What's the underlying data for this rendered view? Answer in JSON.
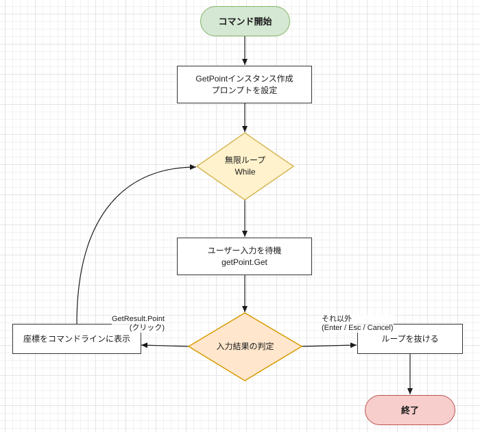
{
  "diagram": {
    "colors": {
      "start_fill": "#d5e8d4",
      "start_stroke": "#82b366",
      "end_fill": "#f8cecc",
      "end_stroke": "#b85450",
      "decision_loop_fill": "#fff2cc",
      "decision_loop_stroke": "#d6b656",
      "decision_judge_fill": "#ffe6cc",
      "decision_judge_stroke": "#d79b00",
      "process_stroke": "#333333",
      "edge": "#1a1a1a"
    },
    "nodes": {
      "start": {
        "type": "terminal",
        "label": "コマンド開始"
      },
      "create": {
        "type": "process",
        "lines": [
          "GetPointインスタンス作成",
          "プロンプトを設定"
        ]
      },
      "loop": {
        "type": "decision",
        "lines": [
          "無限ループ",
          "While"
        ]
      },
      "wait": {
        "type": "process",
        "lines": [
          "ユーザー入力を待機",
          "getPoint.Get"
        ]
      },
      "judge": {
        "type": "decision",
        "lines": [
          "入力結果の判定"
        ]
      },
      "show": {
        "type": "process",
        "lines": [
          "座標をコマンドラインに表示"
        ]
      },
      "exit": {
        "type": "process",
        "lines": [
          "ループを抜ける"
        ]
      },
      "end": {
        "type": "terminal",
        "label": "終了"
      }
    },
    "edges": [
      {
        "from": "start",
        "to": "create",
        "label": ""
      },
      {
        "from": "create",
        "to": "loop",
        "label": ""
      },
      {
        "from": "loop",
        "to": "wait",
        "label": ""
      },
      {
        "from": "wait",
        "to": "judge",
        "label": ""
      },
      {
        "from": "judge",
        "to": "show",
        "label_lines": [
          "GetResult.Point",
          "(クリック)"
        ]
      },
      {
        "from": "judge",
        "to": "exit",
        "label_lines": [
          "それ以外",
          "(Enter / Esc / Cancel)"
        ]
      },
      {
        "from": "show",
        "to": "loop",
        "label": ""
      },
      {
        "from": "exit",
        "to": "end",
        "label": ""
      }
    ]
  }
}
